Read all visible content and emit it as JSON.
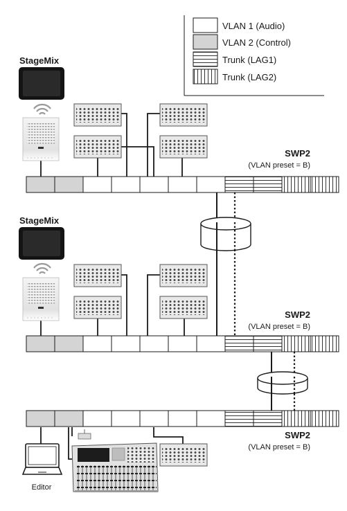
{
  "legend": {
    "items": [
      {
        "label": "VLAN 1 (Audio)",
        "pattern": "vlan1"
      },
      {
        "label": "VLAN 2 (Control)",
        "pattern": "vlan2"
      },
      {
        "label": "Trunk (LAG1)",
        "pattern": "lag1"
      },
      {
        "label": "Trunk (LAG2)",
        "pattern": "lag2"
      }
    ]
  },
  "switches": [
    {
      "name": "SWP2",
      "preset": "(VLAN preset = B)"
    },
    {
      "name": "SWP2",
      "preset": "(VLAN preset = B)"
    },
    {
      "name": "SWP2",
      "preset": "(VLAN preset = B)"
    }
  ],
  "stagemix": [
    "StageMix",
    "StageMix"
  ],
  "editor_label": "Editor",
  "port_pattern": [
    "vlan2",
    "vlan2",
    "vlan1",
    "vlan1",
    "vlan1",
    "vlan1",
    "vlan1",
    "lag1",
    "lag1",
    "lag2",
    "lag2"
  ],
  "colors": {
    "line": "#1a1a1a",
    "vlan2_fill": "#d4d4d4",
    "device_dark": "#141414",
    "device_light": "#e6e6e6"
  }
}
